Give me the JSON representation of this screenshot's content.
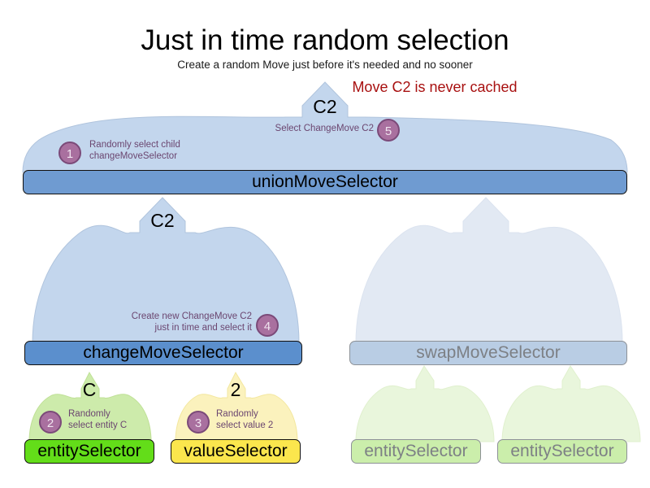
{
  "header": {
    "title": "Just in time random selection",
    "subtitle": "Create a random Move just before it's needed and no sooner",
    "callout": "Move C2 is never cached",
    "callout_color": "#a81010"
  },
  "colors": {
    "union_fill": "#6f9bd1",
    "change_fill": "#5b8fcd",
    "swap_fill": "#b9cde4",
    "entity_fill": "#63dd19",
    "value_fill": "#fbe64d",
    "faded_entity_fill": "#cbeeab",
    "arrow_blue": "#c3d6ed",
    "arrow_blue_faded": "#e2e9f3",
    "arrow_green": "#cdebab",
    "arrow_green_faded": "#e9f6dc",
    "arrow_yellow": "#fbf2bd",
    "badge_fill": "#a9709f",
    "badge_border": "#7b4a79",
    "note_text": "#6b4670",
    "faded_text": "#7d8085"
  },
  "nodes": {
    "union": {
      "label": "unionMoveSelector",
      "faded": false
    },
    "change": {
      "label": "changeMoveSelector",
      "faded": false
    },
    "swap": {
      "label": "swapMoveSelector",
      "faded": true
    },
    "entity_left": {
      "label": "entitySelector",
      "faded": false
    },
    "value_left": {
      "label": "valueSelector",
      "faded": false
    },
    "entity_right_1": {
      "label": "entitySelector",
      "faded": true
    },
    "entity_right_2": {
      "label": "entitySelector",
      "faded": true
    }
  },
  "flow_labels": {
    "union_out": "C2",
    "change_out": "C2",
    "entity_out": "C",
    "value_out": "2"
  },
  "annotations": [
    {
      "number": "1",
      "text": "Randomly select child\nchangeMoveSelector"
    },
    {
      "number": "2",
      "text": "Randomly\nselect entity C"
    },
    {
      "number": "3",
      "text": "Randomly\nselect value 2"
    },
    {
      "number": "4",
      "text": "Create new ChangeMove C2\njust in time and select it"
    },
    {
      "number": "5",
      "text": "Select ChangeMove C2"
    }
  ],
  "annotation_map": {
    "a1": "Randomly select child\nchangeMoveSelector",
    "a2": "Randomly\nselect entity C",
    "a3": "Randomly\nselect value 2",
    "a4": "Create new ChangeMove C2\njust in time and select it",
    "a5": "Select ChangeMove C2",
    "n1": "1",
    "n2": "2",
    "n3": "3",
    "n4": "4",
    "n5": "5"
  }
}
